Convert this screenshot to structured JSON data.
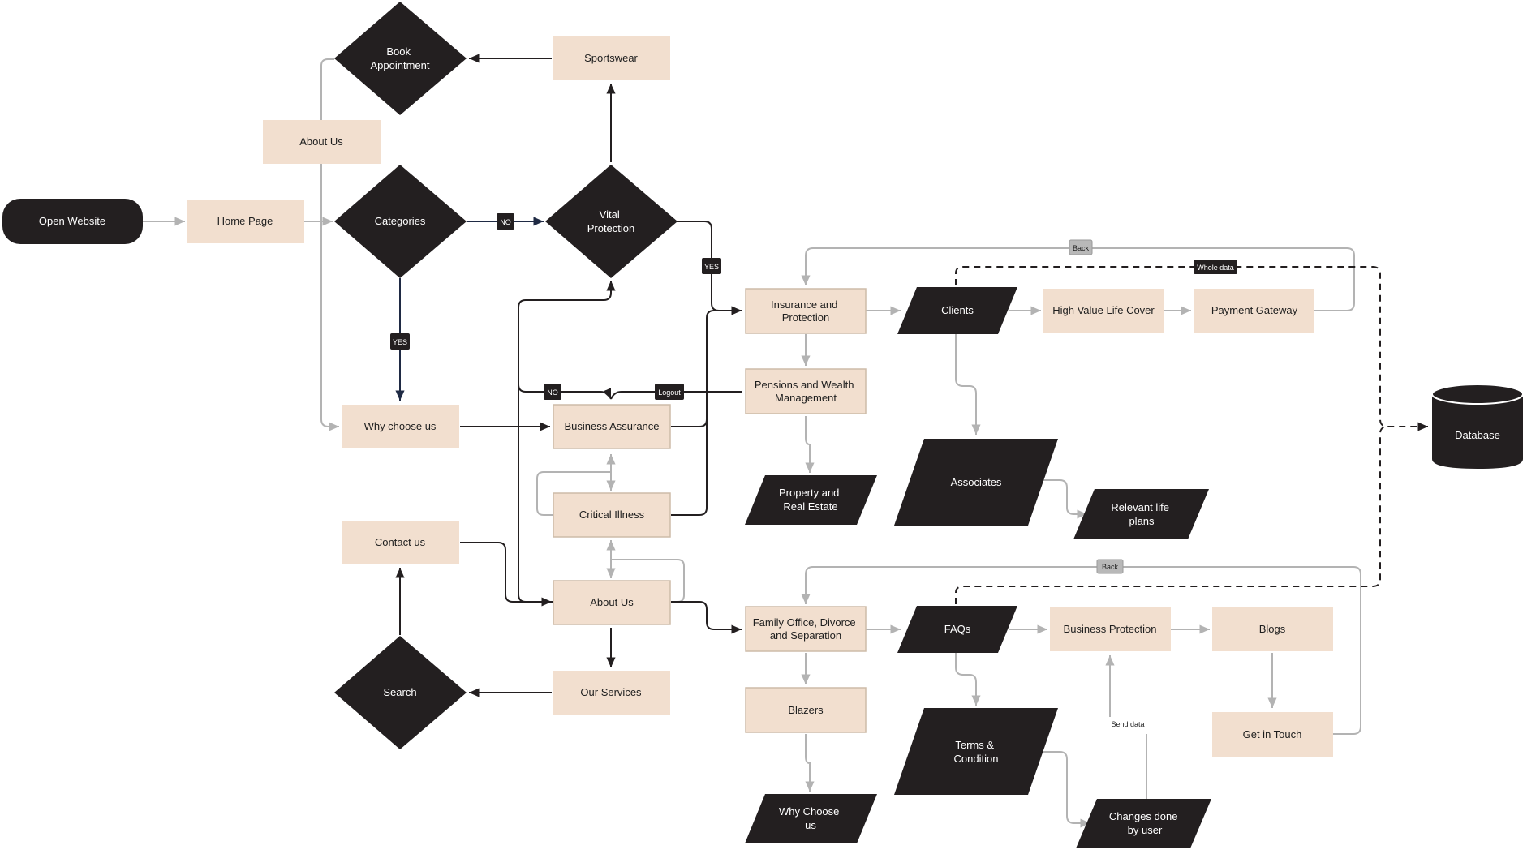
{
  "colors": {
    "node_fill": "#f2dfcf",
    "node_stroke": "#cdbca9",
    "dark_fill": "#231f20",
    "dark_text": "#ffffff",
    "light_text": "#1e1e1e",
    "edge_grey": "#b3b3b3",
    "edge_dark": "#231f20",
    "edge_navy": "#1f2a44",
    "label_grey": "#b8b8b8"
  },
  "nodes": {
    "open_website": [
      "Open Website"
    ],
    "home_page": [
      "Home Page"
    ],
    "about_us_top": [
      "About Us"
    ],
    "book_appointment": [
      "Book",
      "Appointment"
    ],
    "categories": [
      "Categories"
    ],
    "sportswear": [
      "Sportswear"
    ],
    "vital_protection": [
      "Vital",
      "Protection"
    ],
    "why_choose_us": [
      "Why choose us"
    ],
    "business_assurance": [
      "Business Assurance"
    ],
    "critical_illness": [
      "Critical Illness"
    ],
    "contact_us": [
      "Contact us"
    ],
    "about_us_mid": [
      "About Us"
    ],
    "search": [
      "Search"
    ],
    "our_services": [
      "Our Services"
    ],
    "insurance_protection": [
      "Insurance and",
      "Protection"
    ],
    "pensions_wealth": [
      "Pensions and Wealth",
      "Management"
    ],
    "property_real_estate": [
      "Property and",
      "Real Estate"
    ],
    "clients": [
      "Clients"
    ],
    "high_value_life_cover": [
      "High Value Life Cover"
    ],
    "payment_gateway": [
      "Payment Gateway"
    ],
    "associates": [
      "Associates"
    ],
    "relevant_life_plans": [
      "Relevant life",
      "plans"
    ],
    "database": [
      "Database"
    ],
    "family_office": [
      "Family Office, Divorce",
      "and Separation"
    ],
    "faqs": [
      "FAQs"
    ],
    "business_protection": [
      "Business Protection"
    ],
    "blogs": [
      "Blogs"
    ],
    "blazers": [
      "Blazers"
    ],
    "terms_condition": [
      "Terms &",
      "Condition"
    ],
    "get_in_touch": [
      "Get in Touch"
    ],
    "why_choose_us_bottom": [
      "Why Choose",
      "us"
    ],
    "changes_done_by_user": [
      "Changes done",
      "by user"
    ]
  },
  "edge_labels": {
    "no_1": "NO",
    "yes_1": "YES",
    "yes_2": "YES",
    "no_2": "NO",
    "logout": "Logout",
    "back_1": "Back",
    "whole_data": "Whole data",
    "back_2": "Back",
    "send_data": "Send data"
  }
}
